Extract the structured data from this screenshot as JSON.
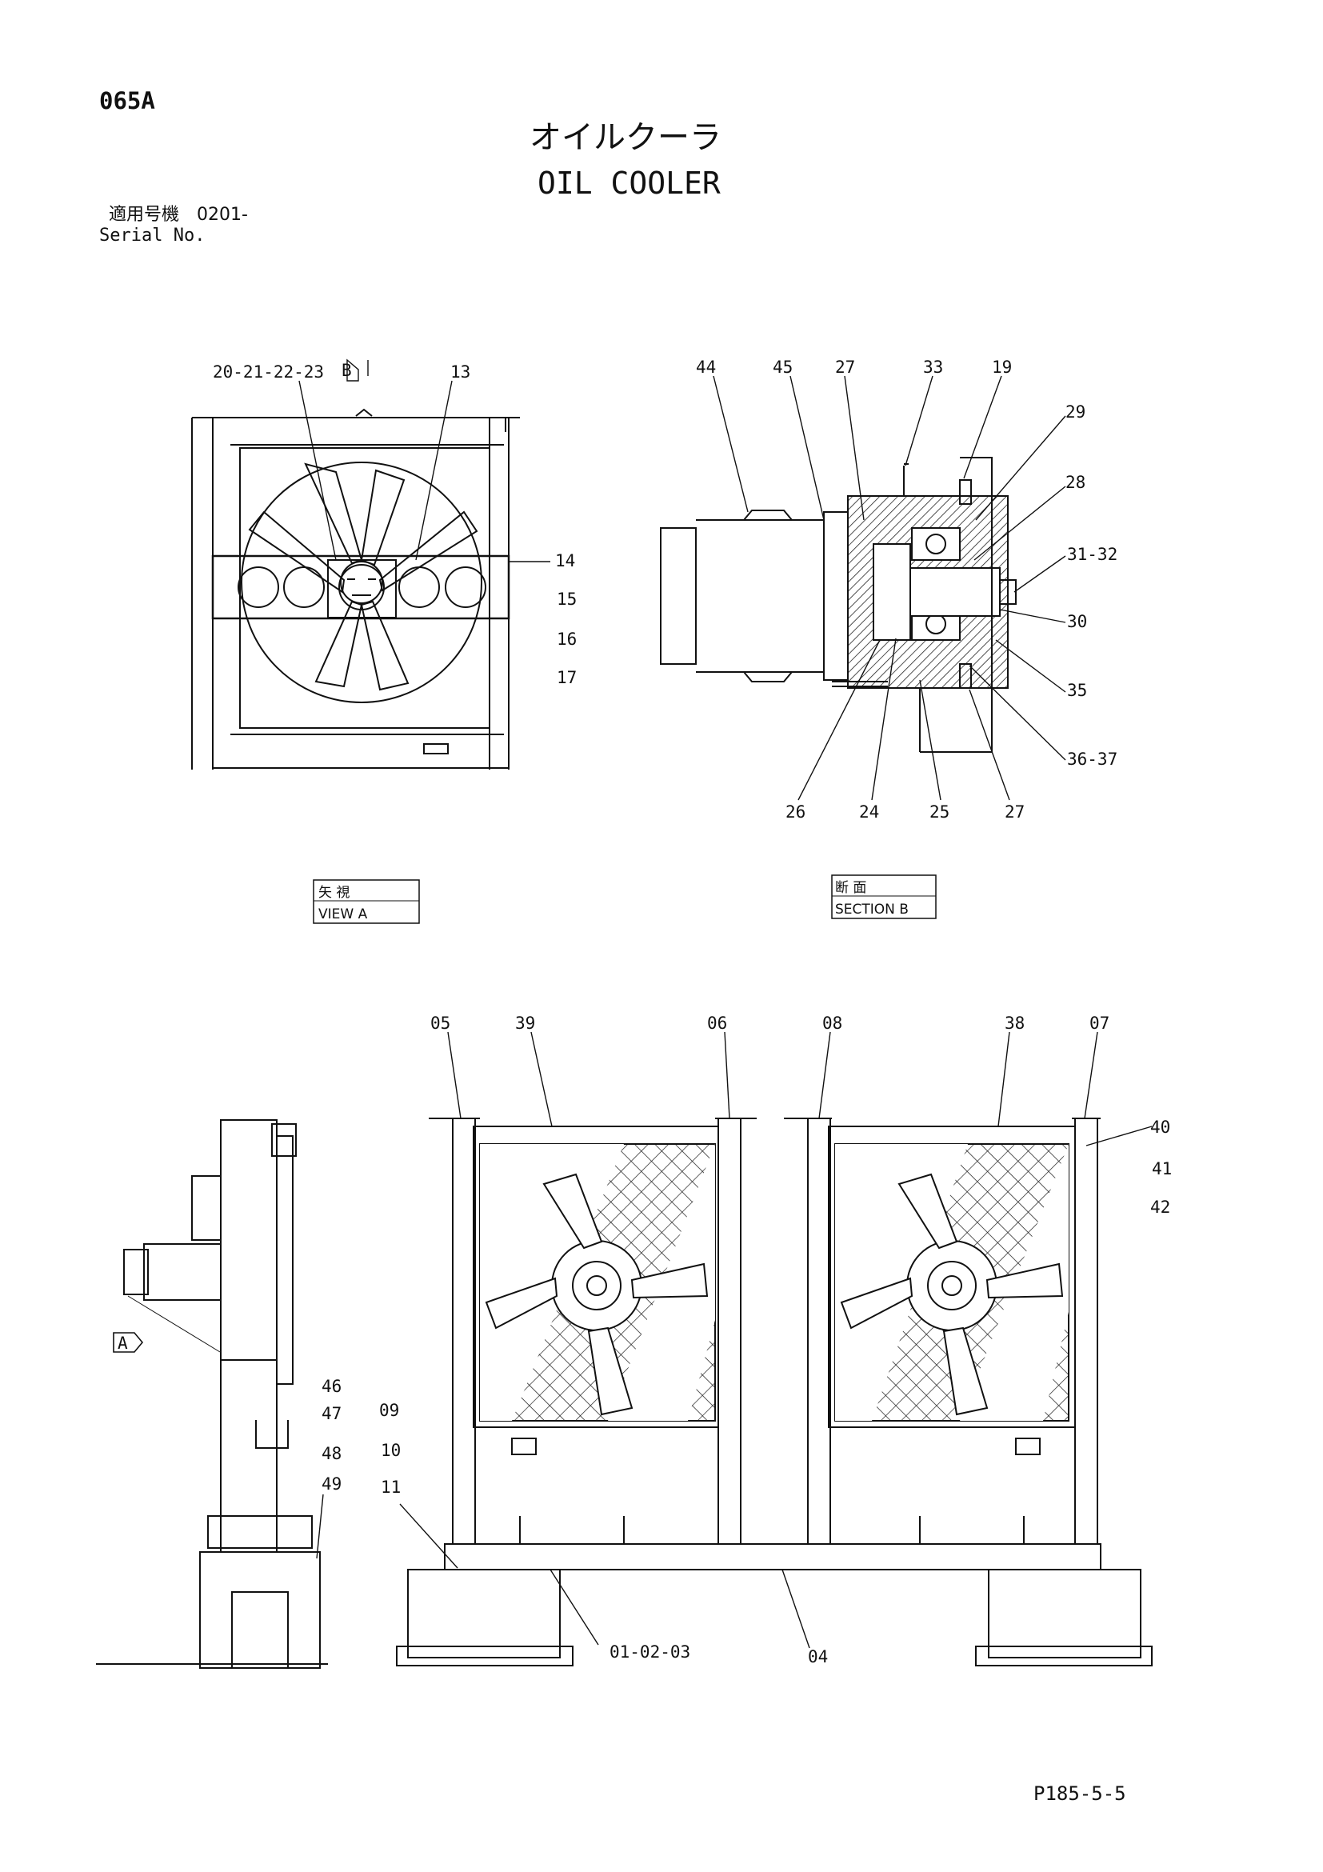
{
  "header": {
    "code": "065A",
    "title_jp": "オイルクーラ",
    "title_en": "OIL COOLER",
    "serial_label_jp": "適用号機",
    "serial_value": "0201-",
    "serial_label_en": "Serial No."
  },
  "view_labels": {
    "view_a_jp": "矢 視",
    "view_a_en": "VIEW A",
    "section_b_jp": "断 面",
    "section_b_en": "SECTION B",
    "marker_a": "A",
    "marker_b": "B"
  },
  "callouts": {
    "c20_21_22_23": "20-21-22-23",
    "c13": "13",
    "c14": "14",
    "c15": "15",
    "c16": "16",
    "c17": "17",
    "c44": "44",
    "c45": "45",
    "c27_top": "27",
    "c33": "33",
    "c19": "19",
    "c29": "29",
    "c28": "28",
    "c31_32": "31-32",
    "c30": "30",
    "c35": "35",
    "c36_37": "36-37",
    "c26": "26",
    "c24": "24",
    "c25": "25",
    "c27_bottom": "27",
    "c05": "05",
    "c39": "39",
    "c06": "06",
    "c08": "08",
    "c38": "38",
    "c07": "07",
    "c40": "40",
    "c41": "41",
    "c42": "42",
    "c46": "46",
    "c47": "47",
    "c48": "48",
    "c49": "49",
    "c09": "09",
    "c10": "10",
    "c11": "11",
    "c01_02_03": "01-02-03",
    "c04": "04"
  },
  "footer": {
    "page_ref": "P185-5-5"
  }
}
